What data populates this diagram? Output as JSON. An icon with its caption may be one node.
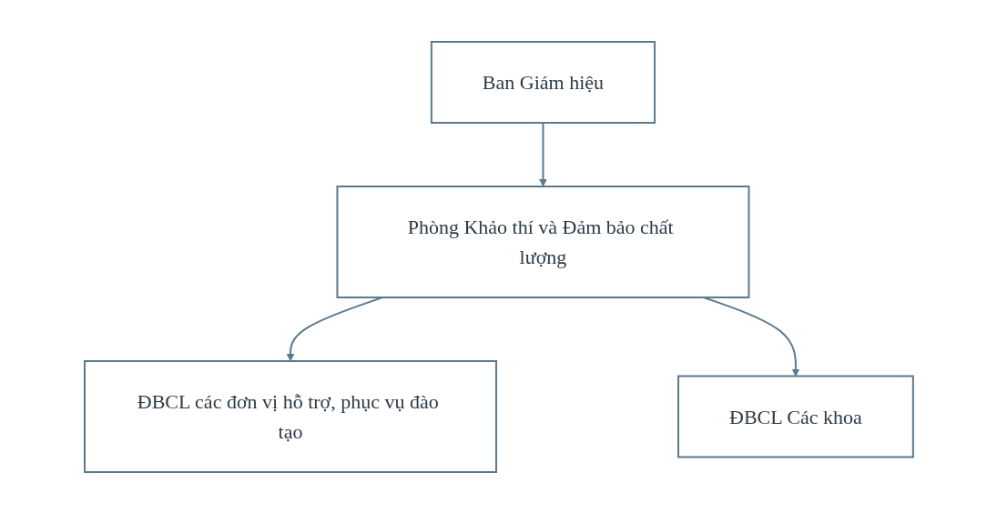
{
  "diagram": {
    "nodes": [
      {
        "text": [
          "Ban Giám hiệu"
        ]
      },
      {
        "text": [
          "Phòng Khảo thí và Đảm bảo chất lượng"
        ]
      },
      {
        "text": [
          "ĐBCL các đơn vị hỗ trợ, phục vụ đào tạo"
        ]
      },
      {
        "text": [
          "ĐBCL Các khoa"
        ]
      }
    ],
    "edges": [
      {
        "from": 0,
        "to": 1,
        "arrow": "to"
      },
      {
        "from": 1,
        "to": 2,
        "arrow": "to"
      },
      {
        "from": 1,
        "to": 3,
        "arrow": "to"
      }
    ]
  }
}
